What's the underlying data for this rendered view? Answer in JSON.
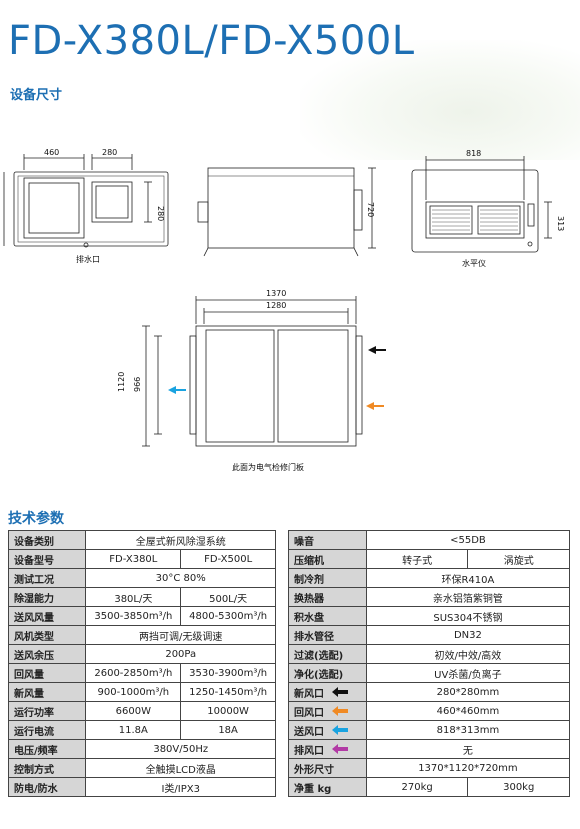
{
  "header": {
    "title": "FD-X380L/FD-X500L",
    "subtitle": "设备尺寸"
  },
  "drawings": {
    "front": {
      "dim_top_left": "460",
      "dim_top_right": "280",
      "dim_right": "280",
      "caption": "排水口"
    },
    "side": {
      "dim_right": "720"
    },
    "back": {
      "dim_top": "818",
      "dim_right": "313",
      "caption": "水平仪"
    },
    "plan": {
      "dim_outer": "1370",
      "dim_inner": "1280",
      "dim_left_outer": "1120",
      "dim_left_inner": "966",
      "caption": "此面为电气检修门板"
    }
  },
  "specs": {
    "title": "技术参数",
    "left_rows": [
      {
        "label": "设备类别",
        "span": "全屋式新风除湿系统"
      },
      {
        "label": "设备型号",
        "a": "FD-X380L",
        "b": "FD-X500L"
      },
      {
        "label": "测试工况",
        "span": "30°C 80%"
      },
      {
        "label": "除湿能力",
        "a": "380L/天",
        "b": "500L/天"
      },
      {
        "label": "送风风量",
        "a": "3500-3850m³/h",
        "b": "4800-5300m³/h"
      },
      {
        "label": "风机类型",
        "span": "两挡可调/无级调速"
      },
      {
        "label": "送风余压",
        "span": "200Pa"
      },
      {
        "label": "回风量",
        "a": "2600-2850m³/h",
        "b": "3530-3900m³/h"
      },
      {
        "label": "新风量",
        "a": "900-1000m³/h",
        "b": "1250-1450m³/h"
      },
      {
        "label": "运行功率",
        "a": "6600W",
        "b": "10000W"
      },
      {
        "label": "运行电流",
        "a": "11.8A",
        "b": "18A"
      },
      {
        "label": "电压/频率",
        "span": "380V/50Hz"
      },
      {
        "label": "控制方式",
        "span": "全触摸LCD液晶"
      },
      {
        "label": "防电/防水",
        "span": "I类/IPX3"
      }
    ],
    "right_rows": [
      {
        "label": "噪音",
        "span": "<55DB"
      },
      {
        "label": "压缩机",
        "a": "转子式",
        "b": "涡旋式"
      },
      {
        "label": "制冷剂",
        "span": "环保R410A"
      },
      {
        "label": "换热器",
        "span": "亲水铝箔紫铜管"
      },
      {
        "label": "积水盘",
        "span": "SUS304不锈钢"
      },
      {
        "label": "排水管径",
        "span": "DN32"
      },
      {
        "label": "过滤(选配)",
        "span": "初效/中效/高效"
      },
      {
        "label": "净化(选配)",
        "span": "UV杀菌/负离子"
      },
      {
        "label": "新风口",
        "arrow": "black-arrow-icon",
        "color": "#111111",
        "span": "280*280mm"
      },
      {
        "label": "回风口",
        "arrow": "orange-arrow-icon",
        "color": "#f08a24",
        "span": "460*460mm"
      },
      {
        "label": "送风口",
        "arrow": "blue-arrow-icon",
        "color": "#1aa3e0",
        "span": "818*313mm"
      },
      {
        "label": "排风口",
        "arrow": "purple-arrow-icon",
        "color": "#b23aa5",
        "span": "无"
      },
      {
        "label": "外形尺寸",
        "span": "1370*1120*720mm"
      },
      {
        "label": "净重 kg",
        "a": "270kg",
        "b": "300kg"
      }
    ]
  }
}
